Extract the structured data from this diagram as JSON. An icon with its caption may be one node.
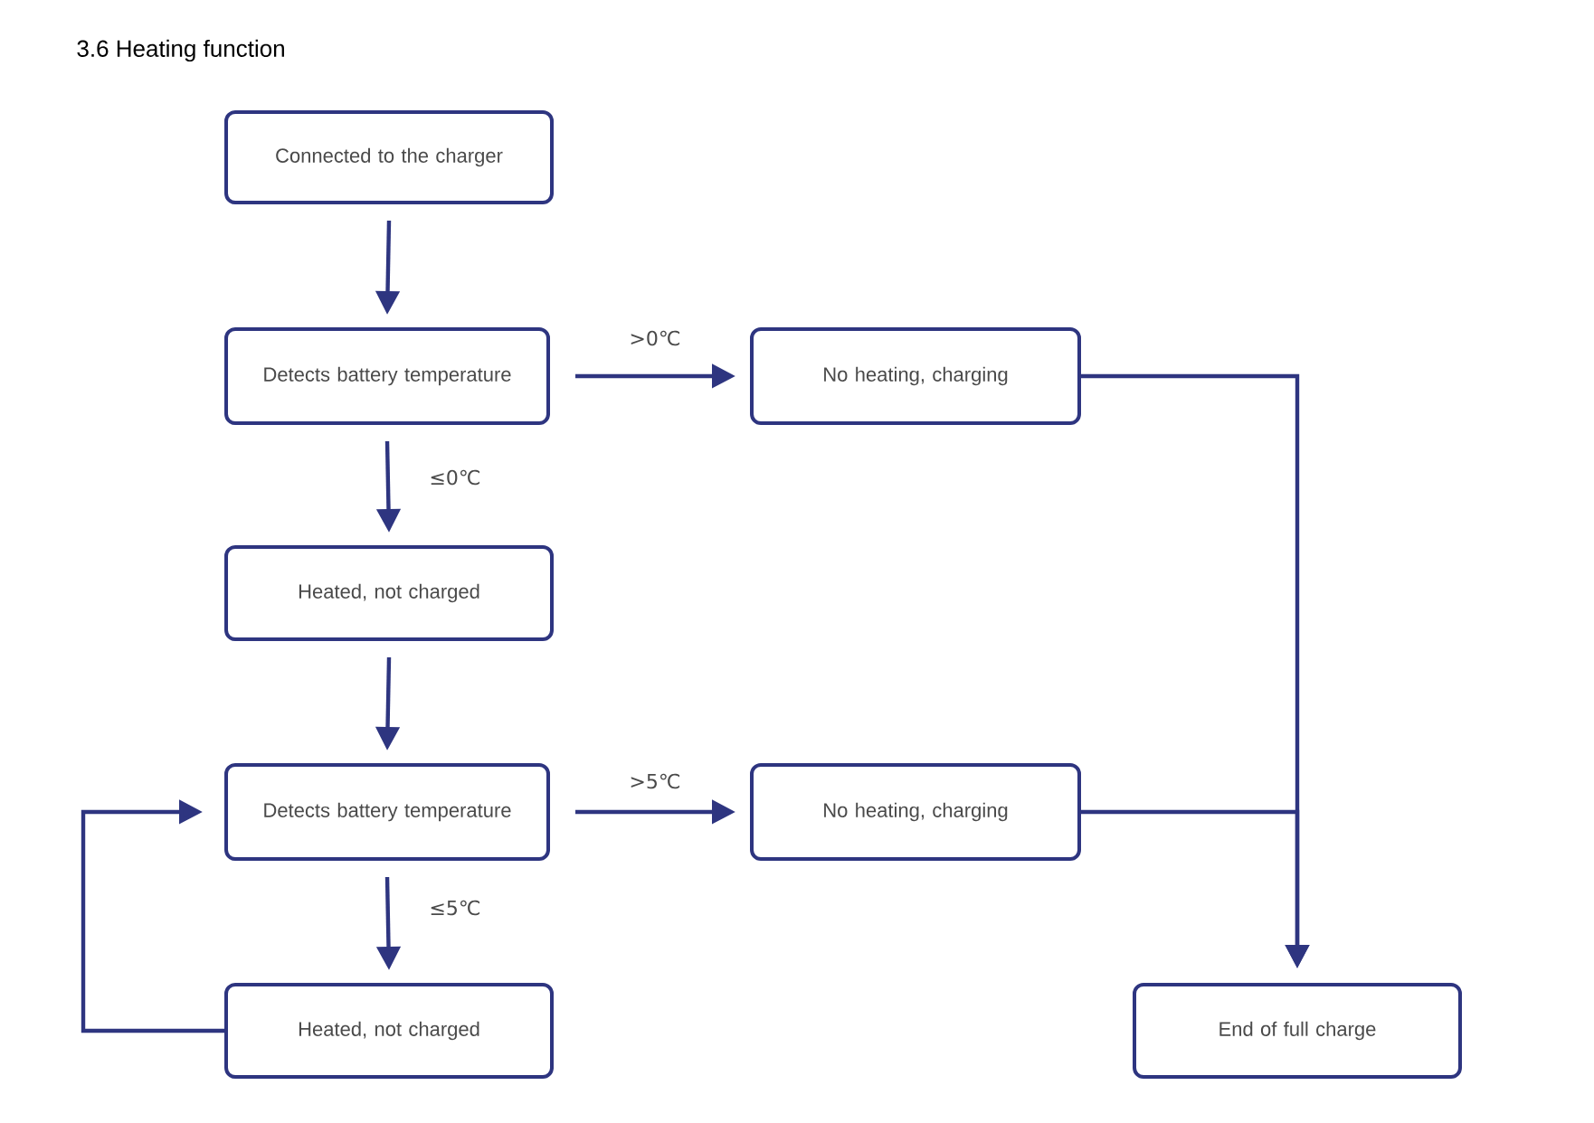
{
  "diagram": {
    "title": "3.6 Heating function",
    "nodes": [
      {
        "text": [
          "Connected to the charger"
        ]
      },
      {
        "text": [
          "Detects battery temperature"
        ]
      },
      {
        "text": [
          "No heating, charging"
        ]
      },
      {
        "text": [
          "Heated, not charged"
        ]
      },
      {
        "text": [
          "Detects battery temperature"
        ]
      },
      {
        "text": [
          "No heating, charging"
        ]
      },
      {
        "text": [
          "Heated, not charged"
        ]
      },
      {
        "text": [
          "End of full charge"
        ]
      }
    ],
    "edges": [
      {
        "from": 0,
        "to": 1,
        "arrow": "to"
      },
      {
        "from": 1,
        "to": 2,
        "arrow": "to",
        "label": ">0℃"
      },
      {
        "from": 1,
        "to": 3,
        "arrow": "to",
        "label": "≤0℃"
      },
      {
        "from": 3,
        "to": 4,
        "arrow": "to"
      },
      {
        "from": 4,
        "to": 5,
        "arrow": "to",
        "label": ">5℃"
      },
      {
        "from": 4,
        "to": 6,
        "arrow": "to",
        "label": "≤5℃"
      },
      {
        "from": 6,
        "to": 4,
        "arrow": "to"
      },
      {
        "from": 2,
        "to": 7,
        "arrow": "to"
      },
      {
        "from": 5,
        "to": 7,
        "arrow": "to"
      }
    ]
  }
}
